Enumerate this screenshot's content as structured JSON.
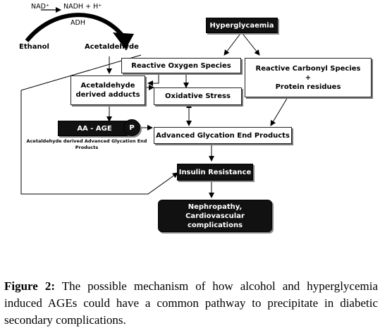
{
  "nodes": {
    "nad": "NAD⁺",
    "nadh": "NADH + H⁺",
    "adh": "ADH",
    "ethanol": "Ethanol",
    "acetaldehyde": "Acetaldehyde",
    "hyperglycaemia": "Hyperglycaemia",
    "ros": "Reactive Oxygen Species",
    "rcs": "Reactive Carbonyl Species",
    "plus": "+",
    "protein_residues": "Protein residues",
    "adducts_line1": "Acetaldehyde",
    "adducts_line2": "derived adducts",
    "oxidative_stress": "Oxidative Stress",
    "aa_age": "AA - AGE",
    "p": "P",
    "aa_age_desc_line1": "Acetaldehyde derived Advanced Glycation End",
    "aa_age_desc_line2": "Products",
    "age_products": "Advanced Glycation End Products",
    "insulin_resistance": "Insulin Resistance",
    "complications_line1": "Nephropathy, Cardiovascular",
    "complications_line2": "complications"
  },
  "caption": {
    "label": "Figure 2:",
    "text": " The possible mechanism of how alcohol and hyperglycemia induced AGEs could have a common pathway to precipitate in diabetic secondary complications."
  }
}
